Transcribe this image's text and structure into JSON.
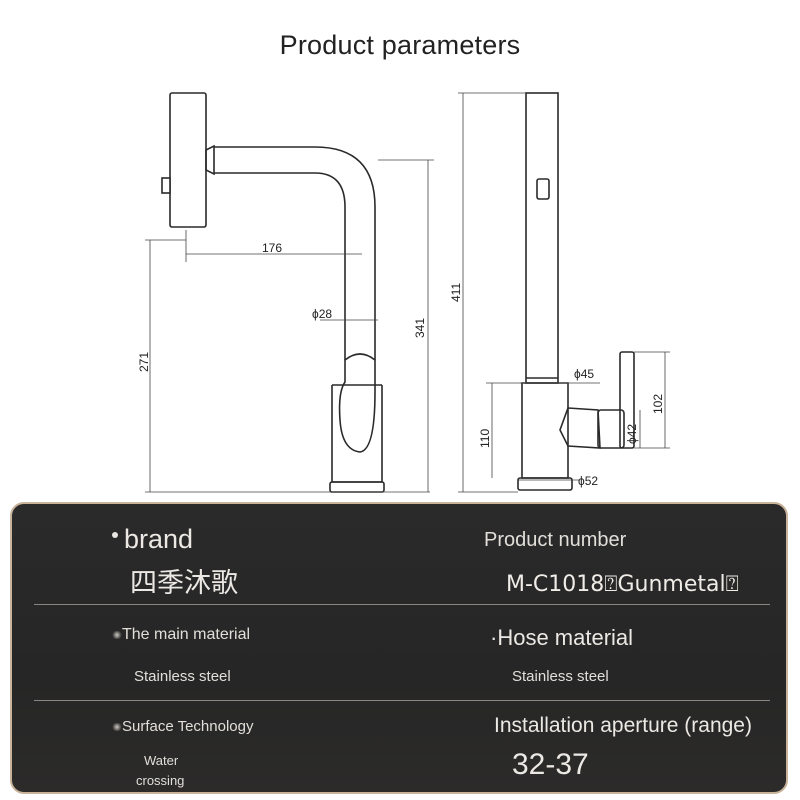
{
  "page": {
    "title": "Product parameters"
  },
  "drawing": {
    "dims": {
      "reach": "176",
      "tube_diameter": "ϕ28",
      "spout_height": "271",
      "body_height": "341",
      "total_height": "411",
      "body_diameter": "ϕ45",
      "base_height": "110",
      "handle_height": "102",
      "handle_diameter": "ϕ42",
      "base_diameter": "ϕ52"
    }
  },
  "specs": {
    "brand": {
      "label": "brand",
      "value": "四季沐歌"
    },
    "product_number": {
      "label": "Product number",
      "value": "M-C1018⍰Gunmetal⍰"
    },
    "main_material": {
      "label": "The main material",
      "value": "Stainless steel"
    },
    "hose_material": {
      "label": "·Hose material",
      "value": "Stainless steel"
    },
    "surface": {
      "label": "Surface Technology",
      "value_line1": "Water",
      "value_line2": "crossing"
    },
    "aperture": {
      "label": "Installation aperture (range)",
      "value": "32-37"
    }
  }
}
